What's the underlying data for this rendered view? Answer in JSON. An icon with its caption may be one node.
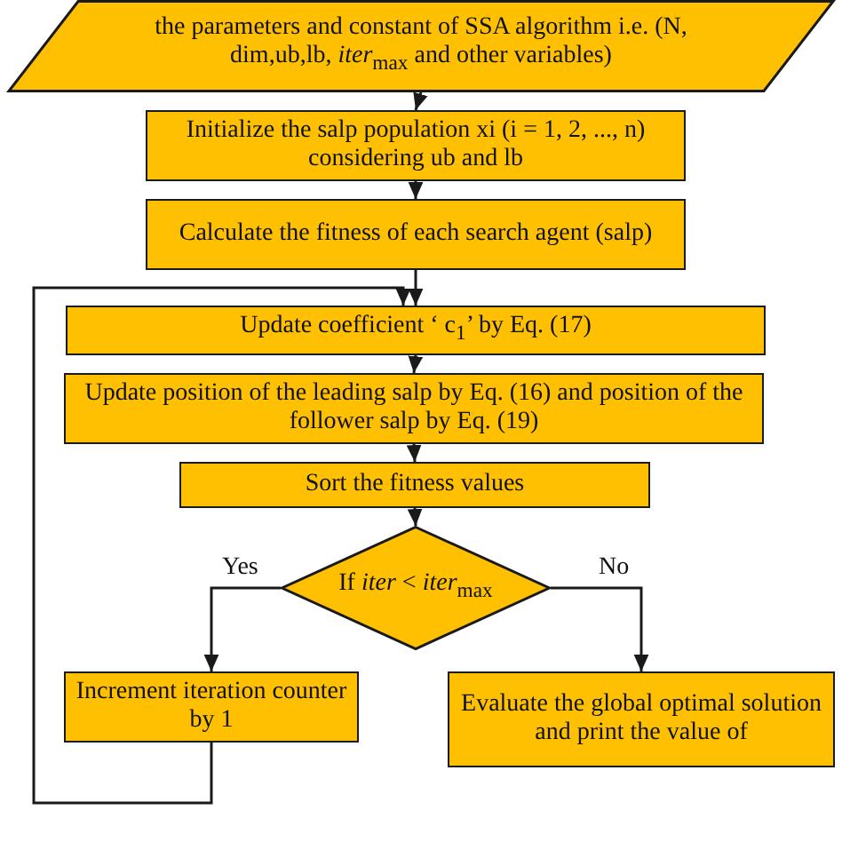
{
  "diagram": {
    "nodes": [
      {
        "text": [
          "the parameters and constant of SSA algorithm i.e. (N, dim,ub,lb, *iter*$_{max}$ and other variables)"
        ]
      },
      {
        "text": [
          "Initialize the salp population xi (i = 1, 2, ..., n) considering ub and lb"
        ]
      },
      {
        "text": [
          "Calculate the fitness of each search agent (salp)"
        ]
      },
      {
        "text": [
          "Update coefficient ‘ c$_{1}$’ by Eq. (17)"
        ]
      },
      {
        "text": [
          "Update position of the leading salp by Eq. (16) and position of the follower salp by Eq. (19)"
        ]
      },
      {
        "text": [
          "Sort the fitness values"
        ]
      },
      {
        "text": [
          "If *iter* < *iter*$_{max}$"
        ]
      },
      {
        "text": [
          "Increment iteration counter by 1"
        ]
      },
      {
        "text": [
          "Evaluate the global optimal solution and print the value of"
        ]
      }
    ],
    "edges": [
      {
        "from": 0,
        "to": 1,
        "arrow": "to"
      },
      {
        "from": 1,
        "to": 2,
        "arrow": "to"
      },
      {
        "from": 2,
        "to": 3,
        "arrow": "to"
      },
      {
        "from": 3,
        "to": 4,
        "arrow": "to"
      },
      {
        "from": 4,
        "to": 5,
        "arrow": "to"
      },
      {
        "from": 5,
        "to": 6,
        "arrow": "to"
      },
      {
        "from": 6,
        "to": 7,
        "arrow": "to",
        "label": "Yes"
      },
      {
        "from": 6,
        "to": 8,
        "arrow": "to",
        "label": "No"
      },
      {
        "from": 7,
        "to": 3,
        "arrow": "to"
      }
    ]
  }
}
